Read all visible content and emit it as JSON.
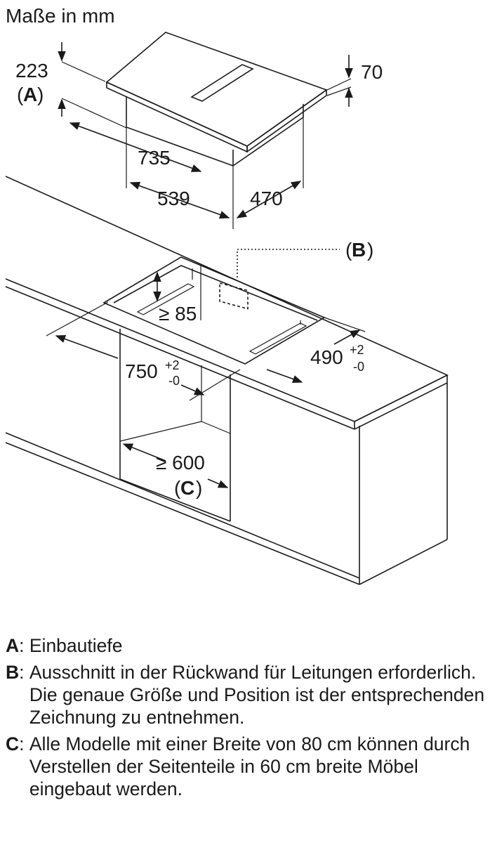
{
  "title": "Maße in mm",
  "dimensions": {
    "d223": "223",
    "label_a": "A",
    "d70": "70",
    "d735": "735",
    "d539": "539",
    "d470": "470",
    "label_b": "B",
    "d85": "≥ 85",
    "d750": "750",
    "d490": "490",
    "tol_plus": "+2",
    "tol_minus": "-0",
    "d600": "≥ 600",
    "label_c": "C"
  },
  "legend": [
    {
      "key": "A",
      "text": "Einbautiefe"
    },
    {
      "key": "B",
      "text": "Ausschnitt in der Rückwand für Leitungen erforderlich. Die genaue Größe und Position ist der entsprechenden Zeichnung zu entnehmen."
    },
    {
      "key": "C",
      "text": "Alle Modelle mit einer Breite von 80 cm können durch Verstellen der Seitenteile in 60 cm breite Möbel eingebaut werden."
    }
  ]
}
